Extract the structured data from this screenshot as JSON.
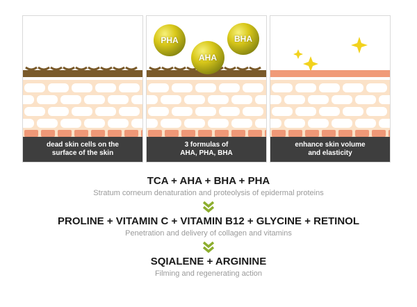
{
  "panels": [
    {
      "caption_line1": "dead skin cells on the",
      "caption_line2": "surface of the skin"
    },
    {
      "caption_line1": "3 formulas of",
      "caption_line2": "AHA, PHA, BHA",
      "bubbles": [
        "PHA",
        "AHA",
        "BHA"
      ]
    },
    {
      "caption_line1": "enhance skin volume",
      "caption_line2": "and elasticity"
    }
  ],
  "steps": [
    {
      "title": "TCA + AHA + BHA + PHA",
      "subtitle": "Stratum corneum denaturation and proteolysis of epidermal proteins"
    },
    {
      "title": "PROLINE + VITAMIN C + VITAMIN B12 + GLYCINE + RETINOL",
      "subtitle": "Penetration and delivery of collagen and vitamins"
    },
    {
      "title": "SQIALENE + ARGININE",
      "subtitle": "Filming and regenerating action"
    }
  ],
  "colors": {
    "dead_skin": "#7a5a2a",
    "cell_bg": "#fbe2c8",
    "cell": "#ffffff",
    "basal": "#ef9877",
    "fresh_layer": "#f09a78",
    "caption_bg": "#3e3e3e",
    "chevron": "#8dae2f",
    "sparkle": "#f2d21d"
  },
  "icons": [
    "chevron-down-icon",
    "sparkle-icon"
  ]
}
